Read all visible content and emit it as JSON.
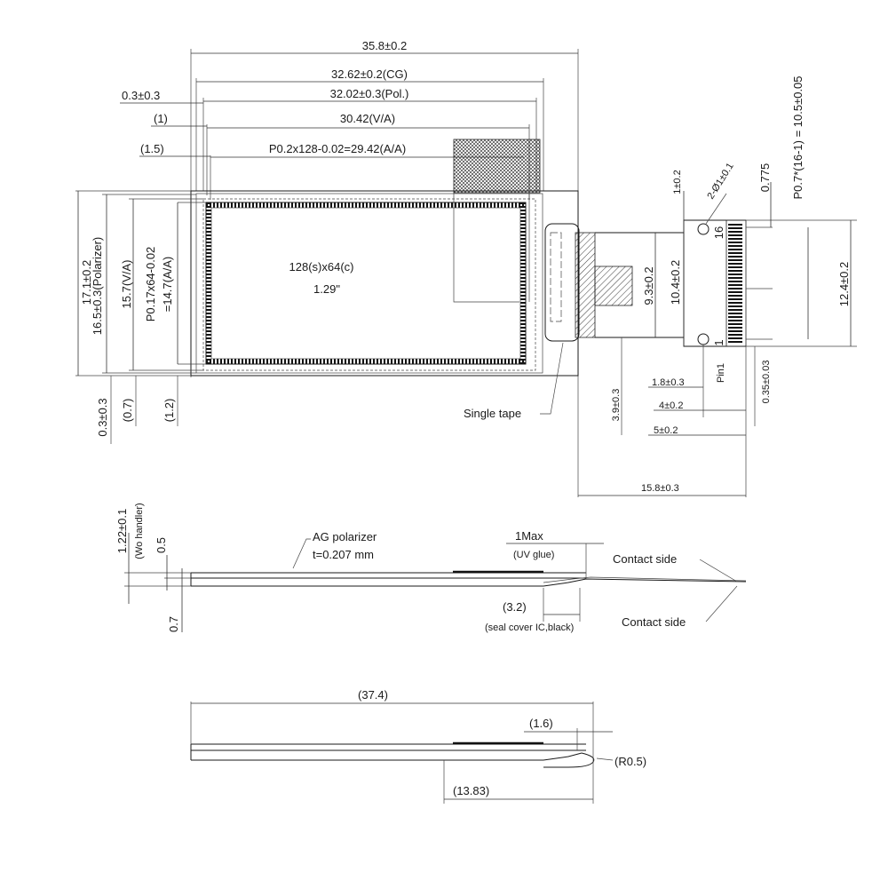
{
  "top_view": {
    "dims": {
      "overall_width": "35.8±0.2",
      "cg_width": "32.62±0.2(CG)",
      "pol_width": "32.02±0.3(Pol.)",
      "va_width": "30.42(V/A)",
      "aa_width": "P0.2x128-0.02=29.42(A/A)",
      "left_offset_03": "0.3±0.3",
      "left_offset_1": "(1)",
      "left_offset_15": "(1.5)",
      "overall_height": "17.1±0.2",
      "pol_height": "16.5±0.3(Polarizer)",
      "va_height": "15.7(V/A)",
      "aa_height_a": "P0.17x64-0.02",
      "aa_height_b": "=14.7(A/A)",
      "bottom_03": "0.3±0.3",
      "bottom_07": "(0.7)",
      "bottom_12": "(1.2)"
    },
    "display_label": "128(s)x64(c)",
    "display_size": "1.29\""
  },
  "fpc": {
    "dims": {
      "w_93": "9.3±0.2",
      "w_104": "10.4±0.2",
      "w_124": "12.4±0.2",
      "d_12": "1±0.2",
      "hole": "2-Ø1±0.1",
      "d_0775": "0.775",
      "pitch": "P0.7*(16-1) = 10.5±0.05",
      "d_18": "1.8±0.3",
      "d_4": "4±0.2",
      "d_5": "5±0.2",
      "d_39": "3.9±0.3",
      "d_035": "0.35±0.03",
      "d_158": "15.8±0.3"
    },
    "pin_16": "16",
    "pin_1": "1",
    "pin1_label": "Pin1",
    "single_tape": "Single tape"
  },
  "side_view": {
    "thick_a": "1.22±0.1",
    "thick_a_note": "(Wo handler)",
    "t_05": "0.5",
    "t_07": "0.7",
    "ag_polarizer": "AG polarizer",
    "ag_thickness": "t=0.207 mm",
    "uv_max": "1Max",
    "uv_glue": "(UV glue)",
    "seal": "(3.2)",
    "seal_note": "(seal cover IC,black)",
    "contact_top": "Contact side",
    "contact_bottom": "Contact side"
  },
  "bottom_view": {
    "total": "(37.4)",
    "d_16": "(1.6)",
    "radius": "(R0.5)",
    "d_1383": "(13.83)"
  }
}
